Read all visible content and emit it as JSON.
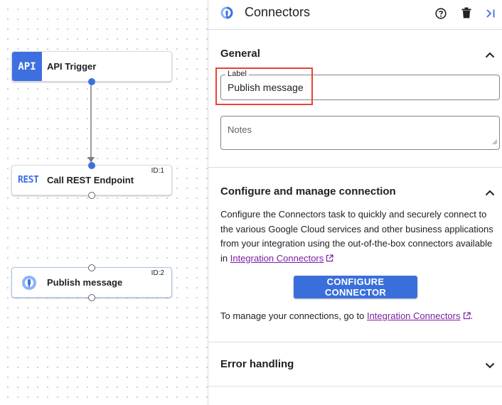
{
  "canvas": {
    "nodes": [
      {
        "label": "API Trigger",
        "badge": "API",
        "id_text": ""
      },
      {
        "label": "Call REST Endpoint",
        "badge": "REST",
        "id_text": "ID:1"
      },
      {
        "label": "Publish message",
        "badge": "",
        "id_text": "ID:2"
      }
    ]
  },
  "panel": {
    "title": "Connectors",
    "icons": [
      "connector-icon",
      "help-icon",
      "delete-icon",
      "collapse-panel-icon"
    ],
    "general": {
      "title": "General",
      "label_field": {
        "label": "Label",
        "value": "Publish message"
      },
      "notes_field": {
        "placeholder": "Notes",
        "value": ""
      }
    },
    "configure": {
      "title": "Configure and manage connection",
      "description": "Configure the Connectors task to quickly and securely connect to the various Google Cloud services and other business applications from your integration using the out-of-the-box connectors available in ",
      "description_link": "Integration Connectors",
      "button_label": "CONFIGURE CONNECTOR",
      "manage_prefix": "To manage your connections, go to ",
      "manage_link": "Integration Connectors",
      "manage_suffix": "."
    },
    "error_handling": {
      "title": "Error handling"
    }
  },
  "colors": {
    "accent": "#3a6fdb",
    "link": "#7b1fa2",
    "highlight": "#ea4335",
    "api_badge": "#3d6fe0"
  }
}
